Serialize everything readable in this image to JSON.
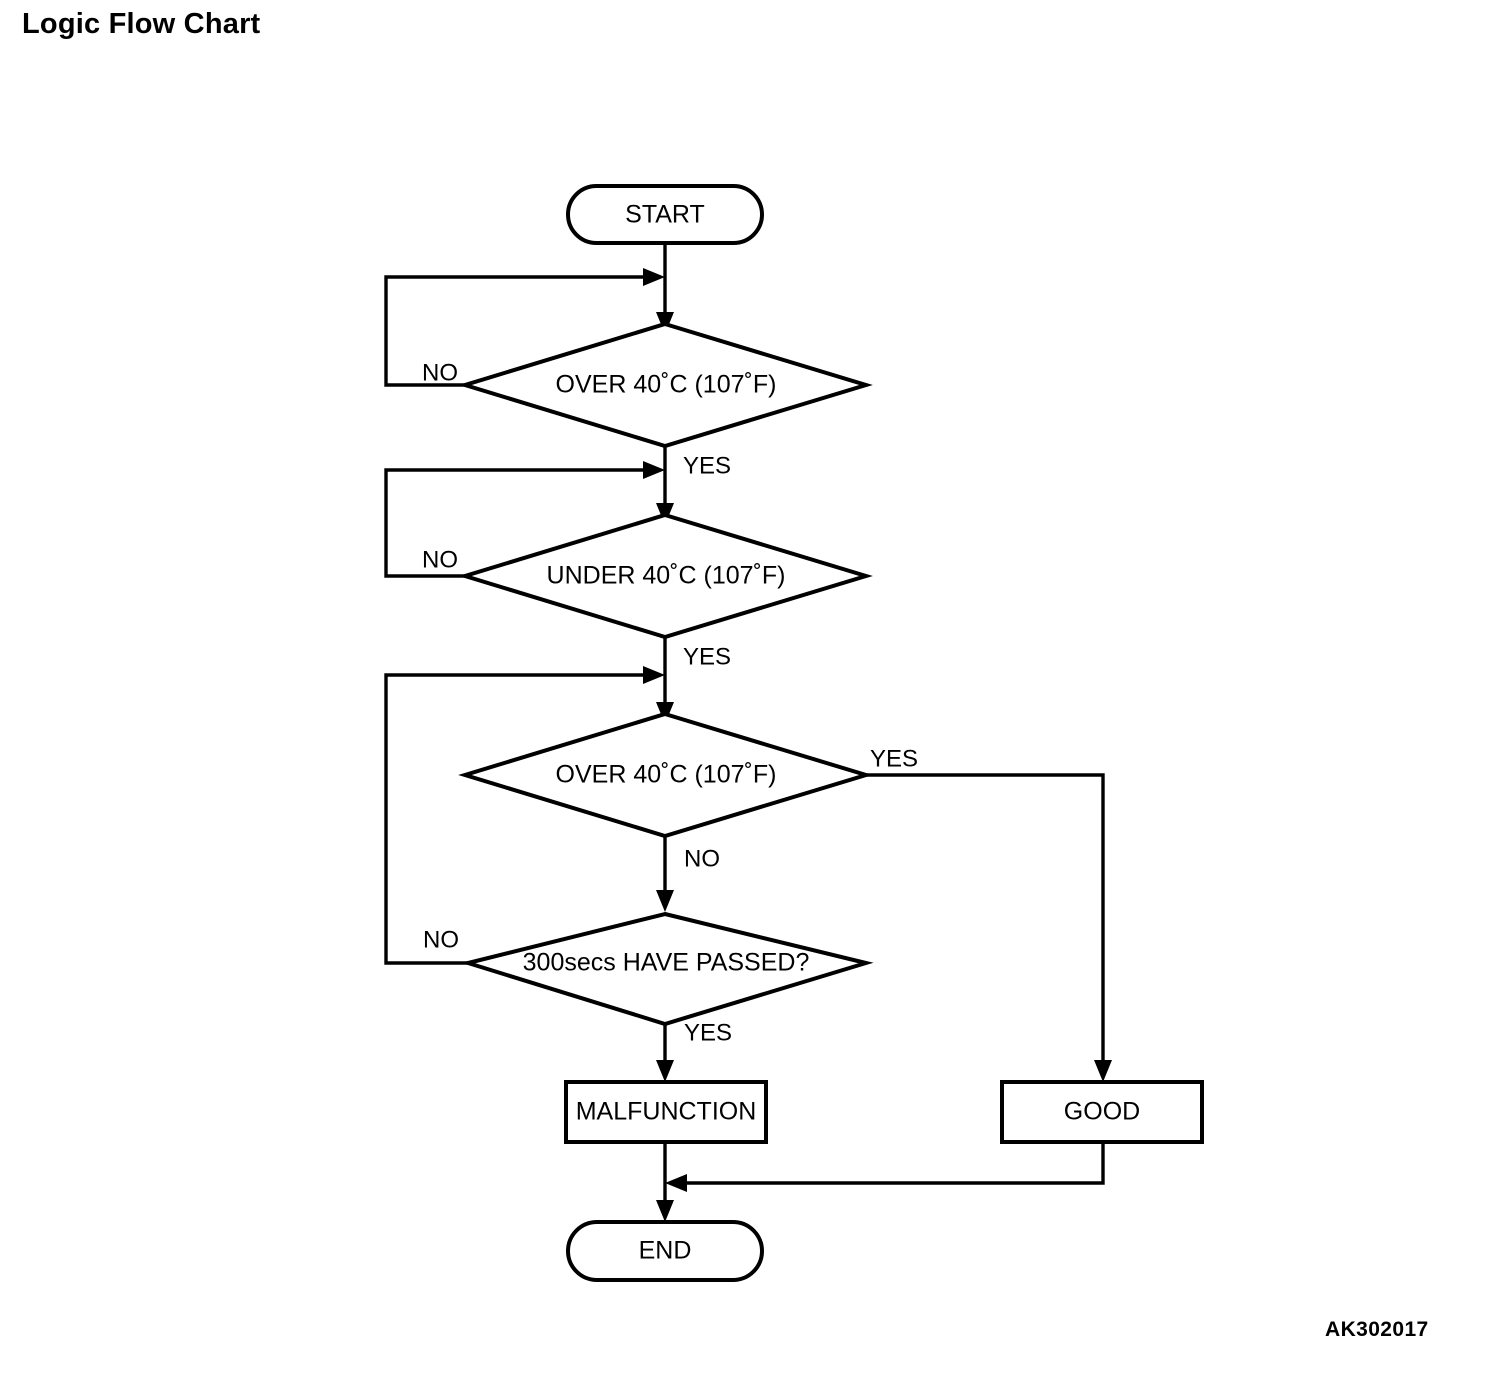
{
  "page": {
    "title": "Logic Flow Chart",
    "figure_code": "AK302017",
    "background_color": "#ffffff",
    "line_color": "#000000"
  },
  "chart_data": {
    "type": "diagram",
    "diagram_kind": "flowchart",
    "title": "Logic Flow Chart",
    "nodes": [
      {
        "id": "start",
        "shape": "terminator",
        "label": "START"
      },
      {
        "id": "d1",
        "shape": "decision",
        "label": "OVER 40˚C (107˚F)"
      },
      {
        "id": "d2",
        "shape": "decision",
        "label": "UNDER 40˚C (107˚F)"
      },
      {
        "id": "d3",
        "shape": "decision",
        "label": "OVER 40˚C (107˚F)"
      },
      {
        "id": "d4",
        "shape": "decision",
        "label": "300secs HAVE PASSED?"
      },
      {
        "id": "malfunction",
        "shape": "process",
        "label": "MALFUNCTION"
      },
      {
        "id": "good",
        "shape": "process",
        "label": "GOOD"
      },
      {
        "id": "end",
        "shape": "terminator",
        "label": "END"
      }
    ],
    "edges": [
      {
        "from": "start",
        "to": "d1",
        "label": ""
      },
      {
        "from": "d1",
        "to": "d1",
        "label": "NO"
      },
      {
        "from": "d1",
        "to": "d2",
        "label": "YES"
      },
      {
        "from": "d2",
        "to": "d2",
        "label": "NO"
      },
      {
        "from": "d2",
        "to": "d3",
        "label": "YES"
      },
      {
        "from": "d3",
        "to": "good",
        "label": "YES"
      },
      {
        "from": "d3",
        "to": "d4",
        "label": "NO"
      },
      {
        "from": "d4",
        "to": "d3",
        "label": "NO"
      },
      {
        "from": "d4",
        "to": "malfunction",
        "label": "YES"
      },
      {
        "from": "malfunction",
        "to": "end",
        "label": ""
      },
      {
        "from": "good",
        "to": "end",
        "label": ""
      }
    ],
    "edge_labels": {
      "d1_no": "NO",
      "d1_yes": "YES",
      "d2_no": "NO",
      "d2_yes": "YES",
      "d3_yes": "YES",
      "d3_no": "NO",
      "d4_no": "NO",
      "d4_yes": "YES"
    }
  }
}
